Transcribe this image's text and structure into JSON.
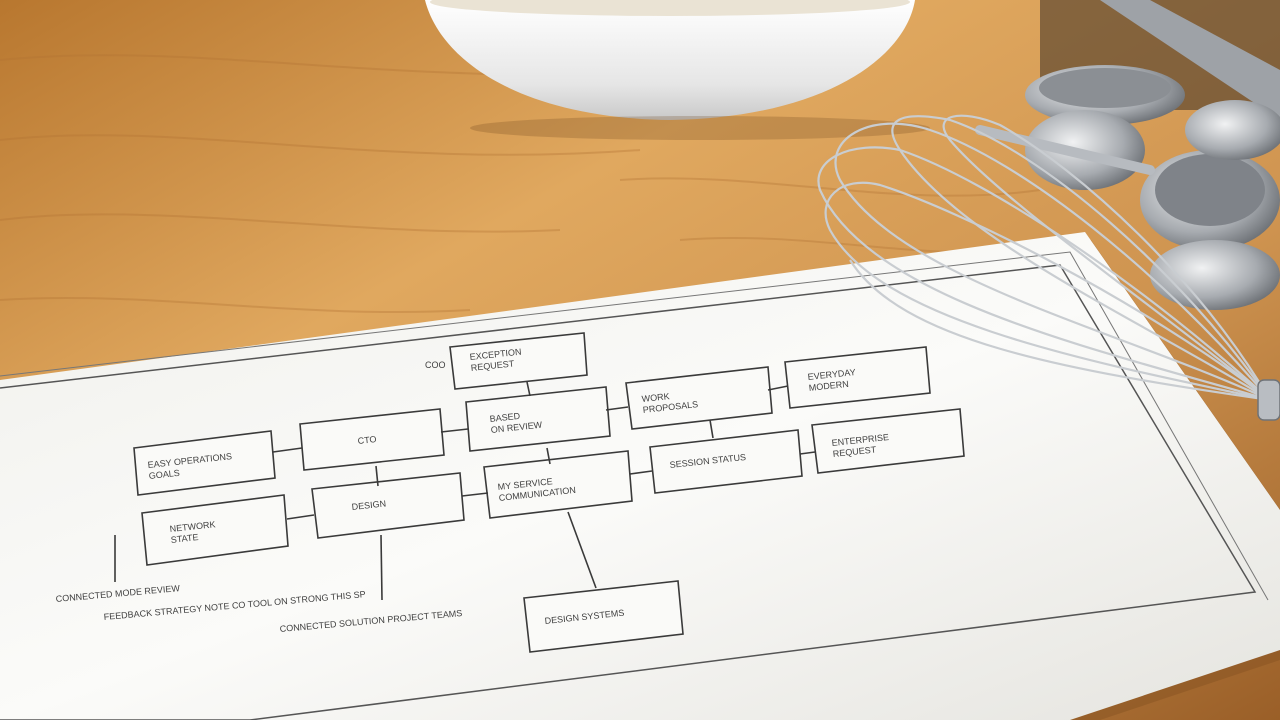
{
  "scene": {
    "description_free": true,
    "colors": {
      "wood_light": "#e8b871",
      "wood_mid": "#cf9450",
      "wood_dark": "#a8682c",
      "paper": "#f4f4f1",
      "paper_shadow": "#d9d6cf",
      "ink": "#3a3a3a",
      "bowl": "#f2f2f2",
      "metal_light": "#e6e8ea",
      "metal_dark": "#6f7378"
    }
  },
  "diagram": {
    "labels": {
      "top_left_note": "COO",
      "box_a": "EXCEPTION\nREQUEST",
      "box_b": "BASED\nON REVIEW",
      "box_c": "WORK\nPROPOSALS",
      "box_d": "EVERYDAY\nMODERN",
      "box_e": "EASY OPERATIONS\nGOALS",
      "box_f": "CTO",
      "box_g": "MY SERVICE\nCOMMUNICATION",
      "box_h": "SESSION STATUS",
      "box_i": "ENTERPRISE\nREQUEST",
      "box_j": "NETWORK\nSTATE",
      "box_k": "DESIGN",
      "box_l": "DESIGN SYSTEMS",
      "note_1": "CONNECTED MODE REVIEW",
      "note_2": "FEEDBACK STRATEGY NOTE  CO  TOOL  ON  STRONG THIS  SP",
      "note_3": "CONNECTED SOLUTION PROJECT TEAMS"
    }
  }
}
